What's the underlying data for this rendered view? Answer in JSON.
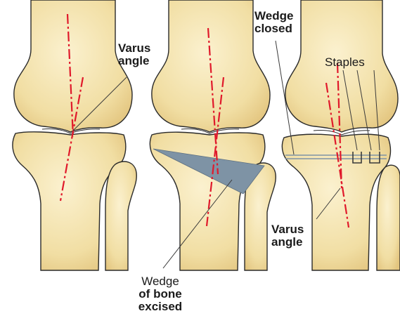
{
  "labels": {
    "varus_left": [
      "Varus",
      "angle"
    ],
    "wedge_closed": [
      "Wedge",
      "closed"
    ],
    "staples": "Staples",
    "varus_right": [
      "Varus",
      "angle"
    ],
    "wedge_excised": [
      "Wedge",
      "of bone",
      "excised"
    ]
  },
  "colors": {
    "bone_fill": "#f3e2a9",
    "bone_outline": "#2a2a2a",
    "axis_line": "#e0192b",
    "wedge_fill": "#7e93a5",
    "leader_line": "#3a3a3a"
  }
}
